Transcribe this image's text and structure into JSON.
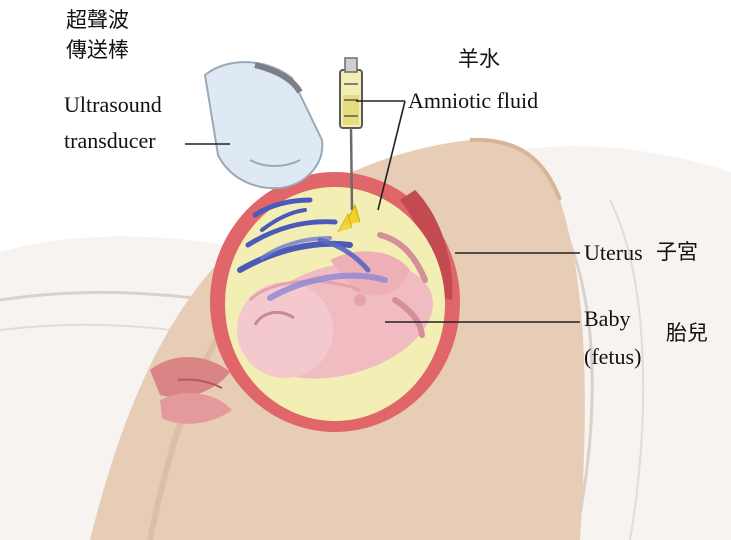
{
  "labels": {
    "transducer_zh_line1": "超聲波",
    "transducer_zh_line2": "傳送棒",
    "transducer_en_line1": "Ultrasound",
    "transducer_en_line2": "transducer",
    "amniotic_zh": "羊水",
    "amniotic_en": "Amniotic fluid",
    "uterus_en": "Uterus",
    "uterus_zh": "子宮",
    "baby_en_line1": "Baby",
    "baby_en_line2": "(fetus)",
    "baby_zh": "胎兒"
  },
  "colors": {
    "skin": "#e8cdb6",
    "skin_shadow": "#d7b59b",
    "uterus_wall": "#e0666a",
    "amniotic_fluid": "#f3efb4",
    "fetus": "#f0bcc2",
    "sound_waves": "#4b59b8",
    "transducer": "#dfe9f3",
    "sheet": "#f6f3f0",
    "leader_line": "#222222"
  },
  "icons": [
    "ultrasound-transducer-icon",
    "syringe-needle-icon",
    "uterus-icon",
    "fetus-icon",
    "sound-wave-icon"
  ]
}
